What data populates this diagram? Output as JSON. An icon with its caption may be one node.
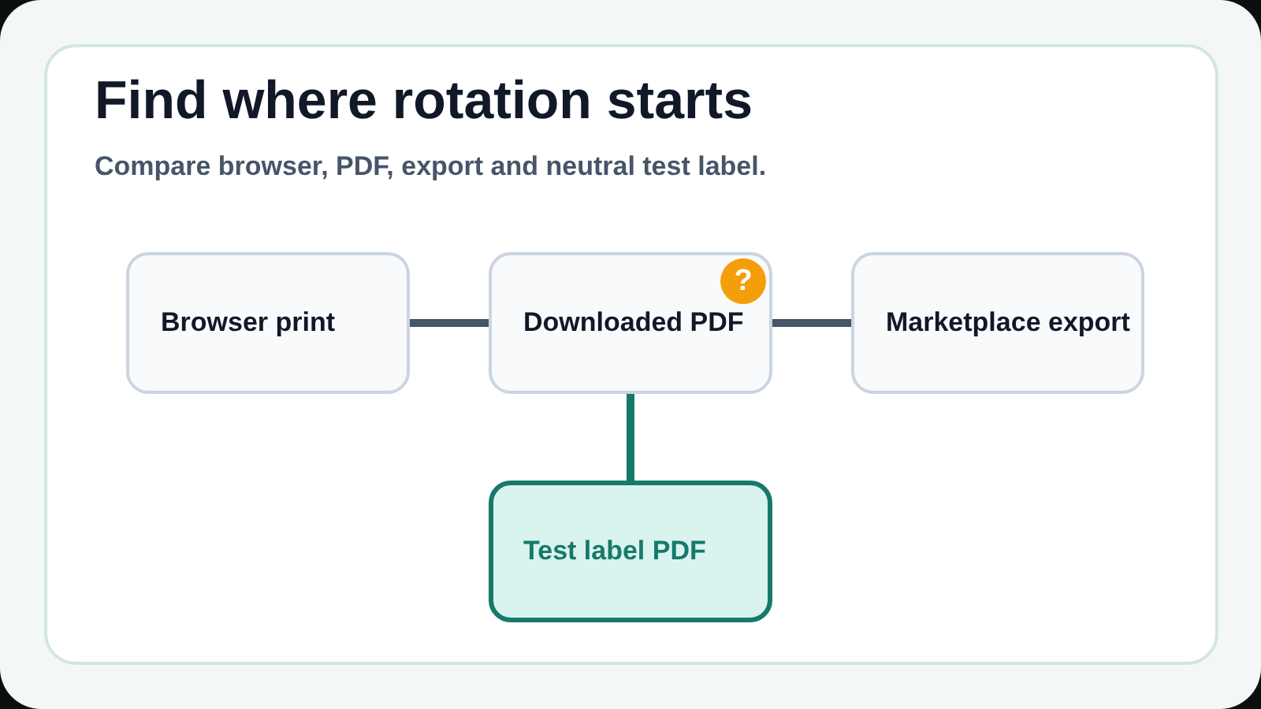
{
  "diagram": {
    "title": "Find where rotation starts",
    "nodes": [
      {
        "text": [
          "Browser print"
        ]
      },
      {
        "text": [
          "Downloaded PDF"
        ]
      },
      {
        "text": [
          "Marketplace export"
        ]
      },
      {
        "text": [
          "Test label PDF"
        ]
      },
      {
        "text": [
          "?"
        ],
        "in": 1
      }
    ],
    "edges": [
      {
        "from": 0,
        "to": 1,
        "arrow": "none"
      },
      {
        "from": 1,
        "to": 2,
        "arrow": "none"
      },
      {
        "from": 1,
        "to": 3,
        "arrow": "none",
        "color": "#17796a"
      }
    ],
    "labels": [
      "Compare browser, PDF, export and neutral test label."
    ]
  }
}
